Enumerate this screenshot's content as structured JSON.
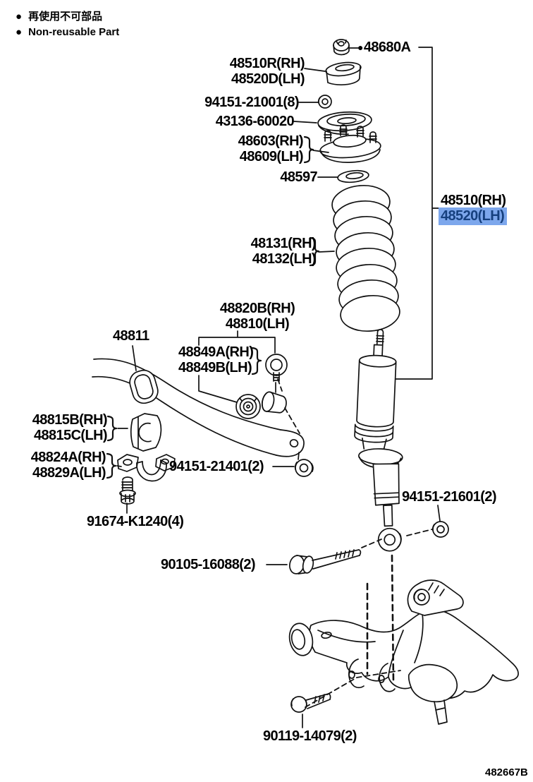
{
  "legend": {
    "dot": "●",
    "jp": "再使用不可部品",
    "en": "Non-reusable Part"
  },
  "footer": {
    "code": "482667B"
  },
  "colors": {
    "line": "#111111",
    "highlight_bg": "#7da7ec",
    "highlight_text": "#16407e"
  },
  "parts": {
    "p48680a": {
      "dot": "●",
      "num": "48680A"
    },
    "p48510r": {
      "l1": "48510R(RH)",
      "l2": "48520D(LH)"
    },
    "p94151_21001": {
      "num": "94151-21001(8)"
    },
    "p43136": {
      "num": "43136-60020"
    },
    "p48603": {
      "l1": "48603(RH)",
      "l2": "48609(LH)"
    },
    "p48597": {
      "num": "48597"
    },
    "p48510": {
      "l1": "48510(RH)",
      "l2": "48520(LH)"
    },
    "p48131": {
      "l1": "48131(RH)",
      "l2": "48132(LH)"
    },
    "p48811": {
      "num": "48811"
    },
    "p48820b": {
      "l1": "48820B(RH)",
      "l2": "48810(LH)"
    },
    "p48849": {
      "l1": "48849A(RH)",
      "l2": "48849B(LH)"
    },
    "p48815": {
      "l1": "48815B(RH)",
      "l2": "48815C(LH)"
    },
    "p48824": {
      "l1": "48824A(RH)",
      "l2": "48829A(LH)"
    },
    "p94151_21401": {
      "num": "94151-21401(2)"
    },
    "p91674": {
      "num": "91674-K1240(4)"
    },
    "p94151_21601": {
      "num": "94151-21601(2)"
    },
    "p90105": {
      "num": "90105-16088(2)"
    },
    "p90119": {
      "num": "90119-14079(2)"
    }
  }
}
